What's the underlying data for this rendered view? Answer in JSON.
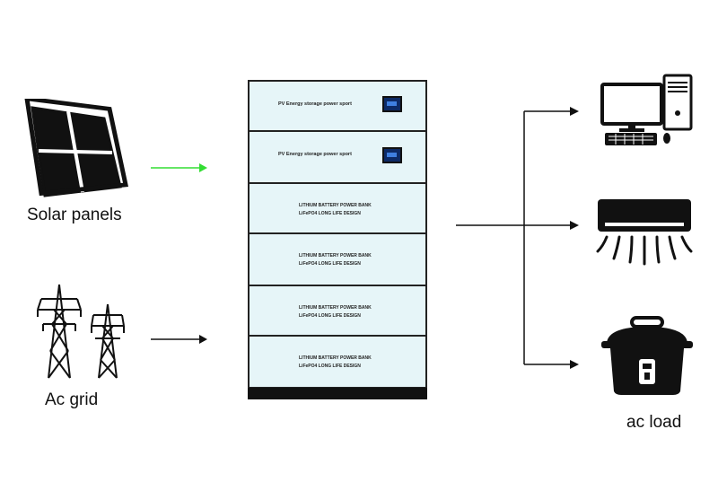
{
  "labels": {
    "solar": "Solar panels",
    "grid": "Ac grid",
    "load": "ac load"
  },
  "cabinet": {
    "pv_modules": [
      {
        "text": "PV Energy storage power sport"
      },
      {
        "text": "PV Energy storage power sport"
      }
    ],
    "battery_modules": [
      {
        "line1": "LITHIUM BATTERY POWER BANK",
        "line2": "LiFePO4 LONG LIFE DESIGN"
      },
      {
        "line1": "LITHIUM BATTERY POWER BANK",
        "line2": "LiFePO4 LONG LIFE DESIGN"
      },
      {
        "line1": "LITHIUM BATTERY POWER BANK",
        "line2": "LiFePO4 LONG LIFE DESIGN"
      },
      {
        "line1": "LITHIUM BATTERY POWER BANK",
        "line2": "LiFePO4 LONG LIFE DESIGN"
      }
    ]
  },
  "colors": {
    "solar_arrow": "#33dd33",
    "grid_arrow": "#111111",
    "module_fill": "#e6f5f8",
    "screen": "#0d2a66"
  },
  "icons": [
    "solar-panel-icon",
    "transmission-tower-icon",
    "desktop-computer-icon",
    "air-conditioner-icon",
    "rice-cooker-icon"
  ]
}
